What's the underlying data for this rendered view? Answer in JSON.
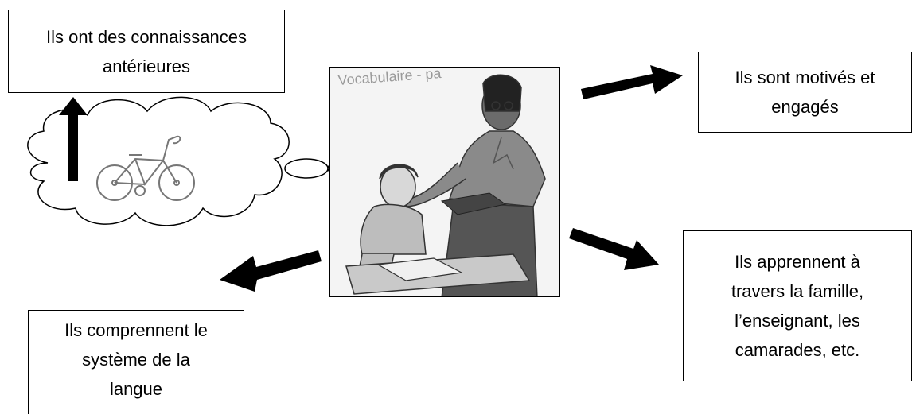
{
  "boxes": {
    "prior_knowledge": "Ils ont des connaissances\nantérieures",
    "motivated": "Ils sont motivés et\nengagés",
    "learn_through": "Ils apprennent à\ntravers la famille,\nl’enseignant, les\ncamarades, etc.",
    "understand_system": "Ils comprennent le\nsystème de la\nlangue"
  },
  "illustration": {
    "subject": "teacher with book beside a boy reading at a desk",
    "thought": "bicycle"
  },
  "colors": {
    "stroke": "#000000",
    "arrow": "#000000",
    "background": "#ffffff"
  }
}
